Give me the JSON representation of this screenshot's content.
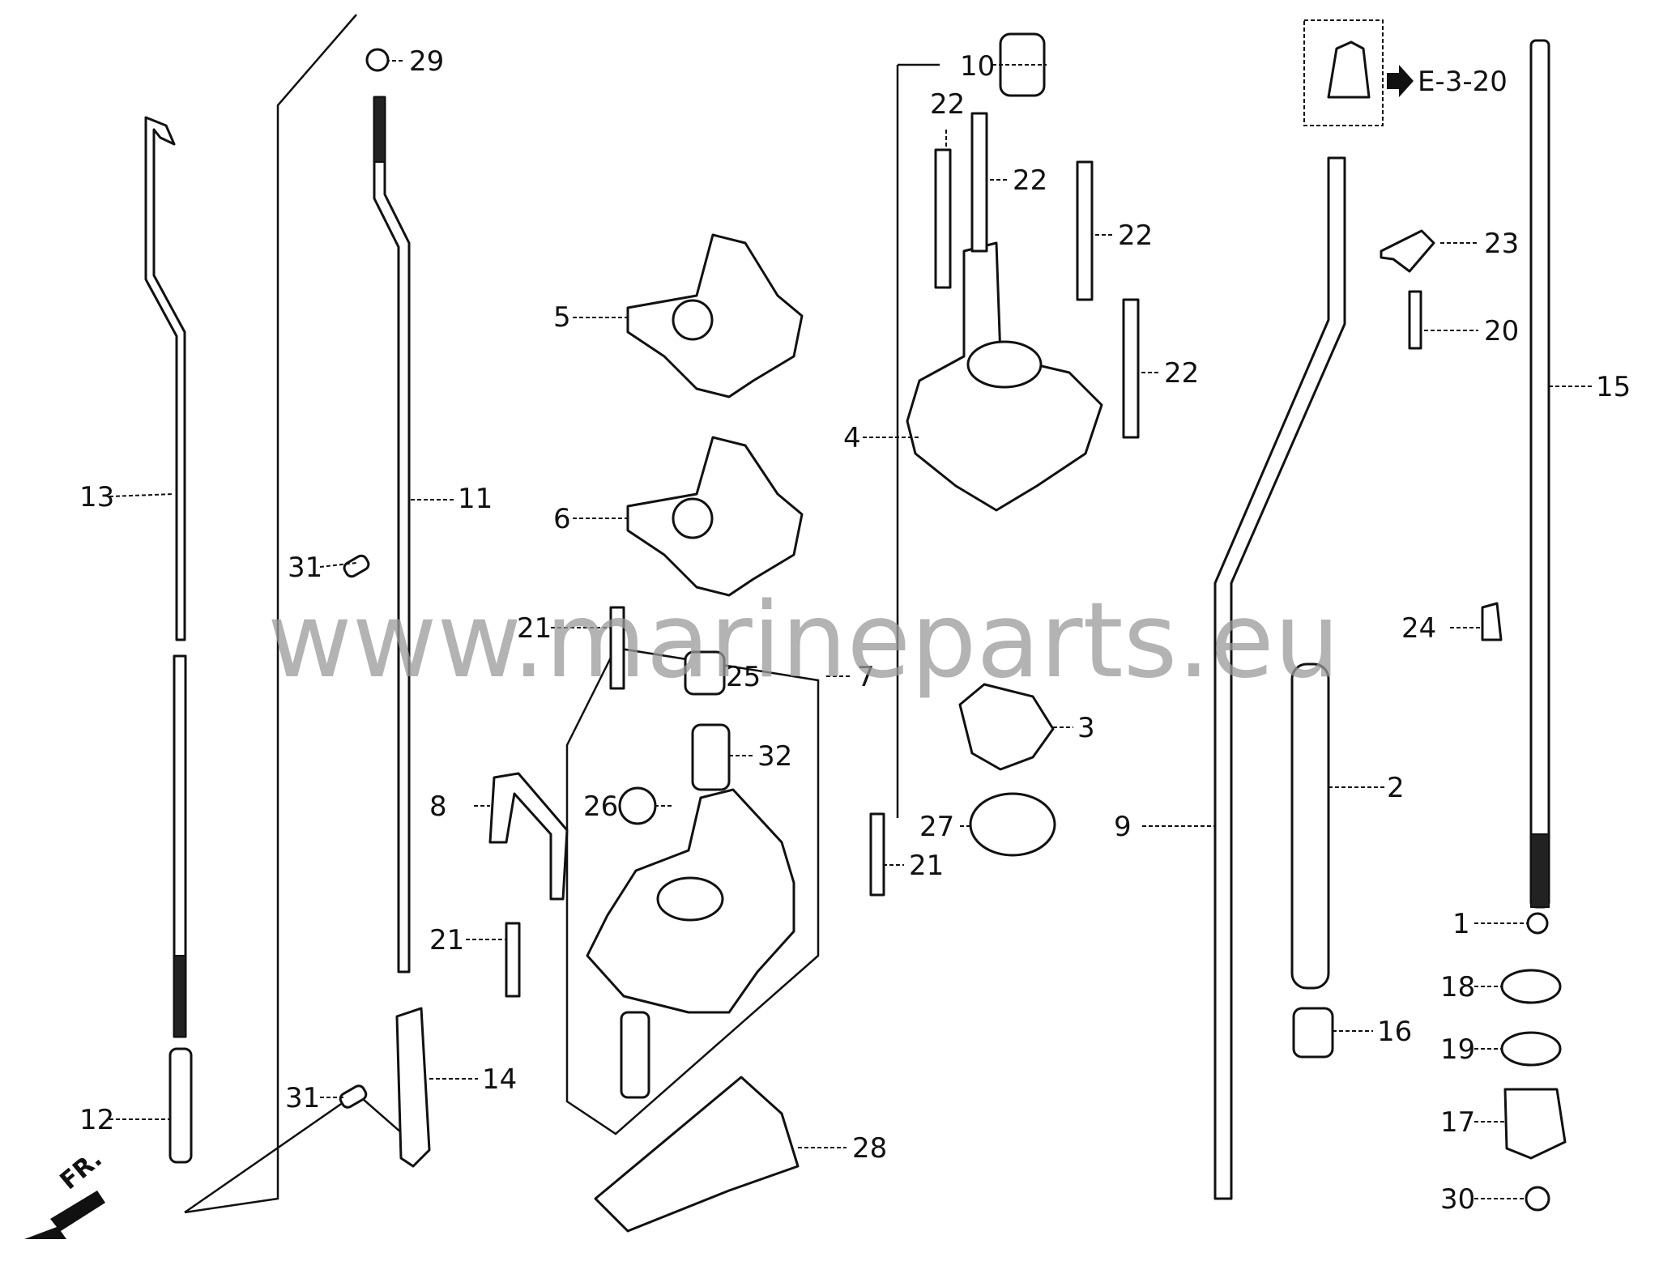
{
  "watermark": "www.marineparts.eu",
  "front_marker": "FR.",
  "reference": "E-3-20",
  "callouts": {
    "c1": "1",
    "c2": "2",
    "c3": "3",
    "c4": "4",
    "c5": "5",
    "c6": "6",
    "c7": "7",
    "c8": "8",
    "c9": "9",
    "c10": "10",
    "c11": "11",
    "c12": "12",
    "c13": "13",
    "c14": "14",
    "c15": "15",
    "c16": "16",
    "c17": "17",
    "c18": "18",
    "c19": "19",
    "c20": "20",
    "c21a": "21",
    "c21b": "21",
    "c21c": "21",
    "c22a": "22",
    "c22b": "22",
    "c22c": "22",
    "c22d": "22",
    "c23": "23",
    "c24": "24",
    "c25": "25",
    "c26": "26",
    "c27": "27",
    "c28": "28",
    "c29": "29",
    "c30": "30",
    "c31a": "31",
    "c31b": "31",
    "c32": "32"
  },
  "colors": {
    "line": "#111111",
    "watermark": "#9a9a9a",
    "background": "#ffffff"
  }
}
